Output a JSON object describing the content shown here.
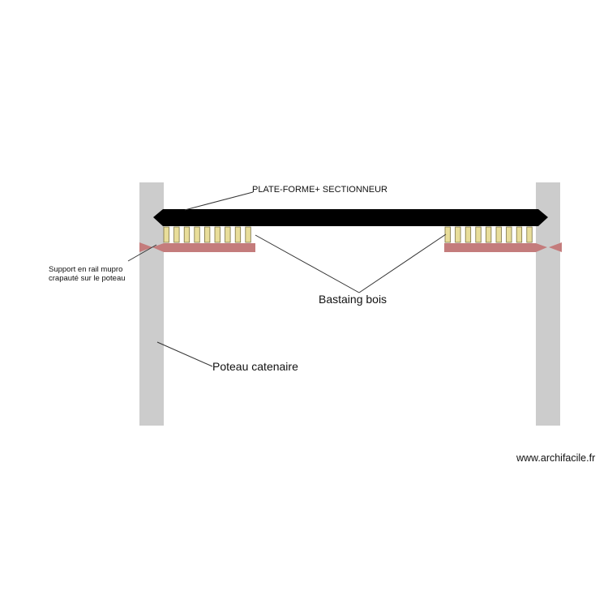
{
  "labels": {
    "platform": "PLATE-FORME+ SECTIONNEUR",
    "support_line1": "Support en rail mupro",
    "support_line2": "crapauté sur le poteau",
    "bastaing": "Bastaing bois",
    "poteau": "Poteau catenaire"
  },
  "watermark": "www.archifacile.fr",
  "colors": {
    "poteau": "#cccccc",
    "platform": "#000000",
    "bastaing_fill": "#e8dd9a",
    "bastaing_stroke": "#7a7040",
    "rail": "#c47c7c",
    "leader": "#333333"
  }
}
